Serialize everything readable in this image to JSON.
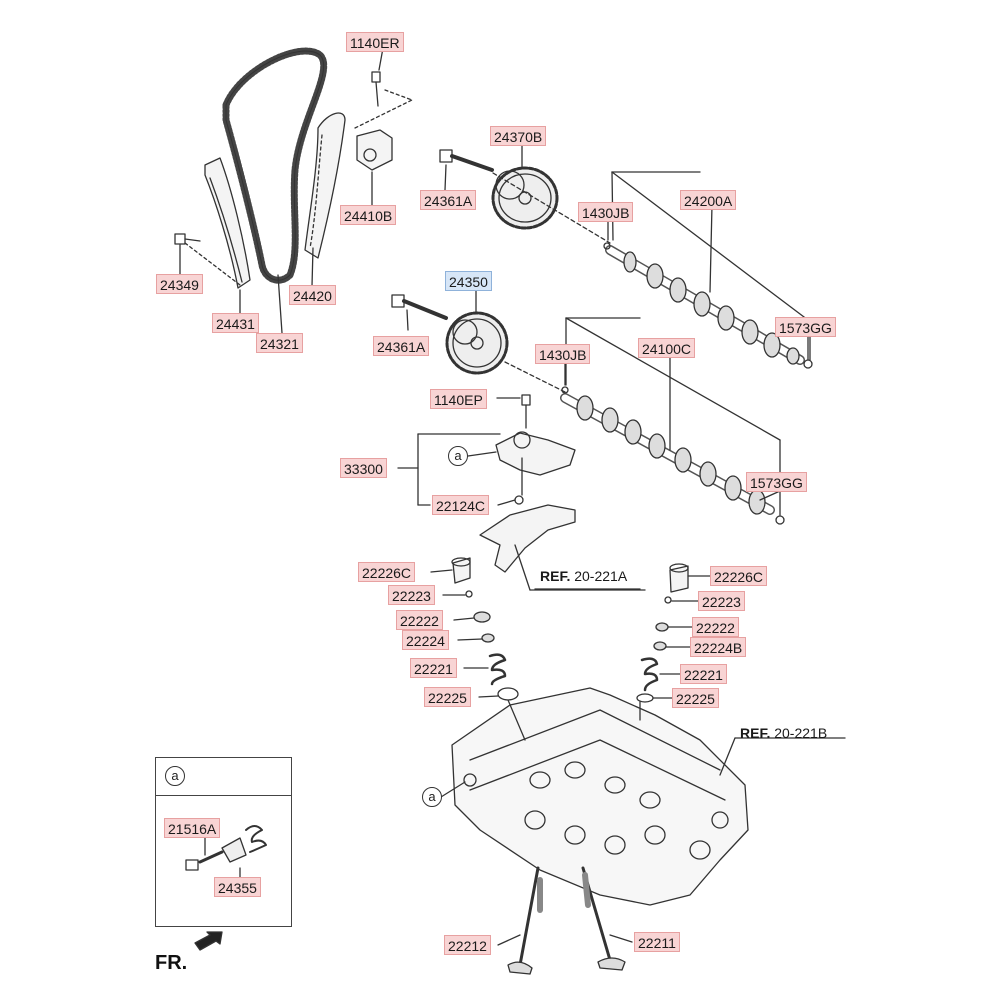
{
  "labels": {
    "p1140ER": "1140ER",
    "p24370B": "24370B",
    "p24361A_1": "24361A",
    "p24410B": "24410B",
    "p1430JB_1": "1430JB",
    "p24200A": "24200A",
    "p24349": "24349",
    "p24420": "24420",
    "p24431": "24431",
    "p24321": "24321",
    "p24350": "24350",
    "p24361A_2": "24361A",
    "p1430JB_2": "1430JB",
    "p24100C": "24100C",
    "p1573GG_1": "1573GG",
    "p1140EP": "1140EP",
    "p33300": "33300",
    "p22124C": "22124C",
    "p1573GG_2": "1573GG",
    "p22226C_l": "22226C",
    "p22223_l": "22223",
    "p22222_l": "22222",
    "p22224_l": "22224",
    "p22221_l": "22221",
    "p22225_l": "22225",
    "p22226C_r": "22226C",
    "p22223_r": "22223",
    "p22222_r": "22222",
    "p22224B_r": "22224B",
    "p22221_r": "22221",
    "p22225_r": "22225",
    "p21516A": "21516A",
    "p24355": "24355",
    "p22212": "22212",
    "p22211": "22211"
  },
  "refs": {
    "refA_bold": "REF.",
    "refA_num": "20-221A",
    "refB_bold": "REF.",
    "refB_num": "20-221B"
  },
  "callouts": {
    "a_main": "a",
    "a_head": "a",
    "a_inset": "a"
  },
  "direction": "FR.",
  "colors": {
    "label_fill": "#f8d4d4",
    "label_border": "#e7a1a1",
    "highlight_fill": "#d7e6f7",
    "line": "#333333"
  }
}
